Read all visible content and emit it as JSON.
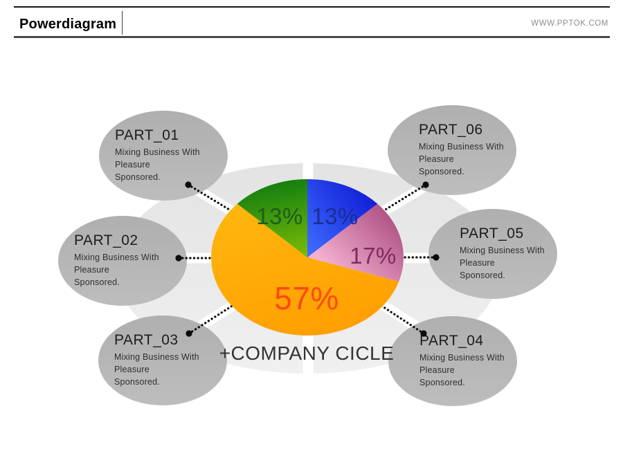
{
  "header": {
    "title": "Powerdiagram",
    "website": "WWW.PPTOK.COM"
  },
  "diagram": {
    "center_caption": "+COMPANY CICLE",
    "parts": [
      {
        "title": "PART_01",
        "desc": "Mixing Business With\nPleasure\nSponsored."
      },
      {
        "title": "PART_02",
        "desc": "Mixing Business With\nPleasure\nSponsored."
      },
      {
        "title": "PART_03",
        "desc": "Mixing Business With\nPleasure\nSponsored."
      },
      {
        "title": "PART_04",
        "desc": "Mixing Business With\nPleasure\nSponsored."
      },
      {
        "title": "PART_05",
        "desc": "Mixing Business With\nPleasure\nSponsored."
      },
      {
        "title": "PART_06",
        "desc": "Mixing Business With\nPleasure\nSponsored."
      }
    ]
  },
  "chart_data": {
    "type": "pie",
    "title": "+COMPANY CICLE",
    "start_at": "top",
    "direction": "clockwise",
    "slices": [
      {
        "name": "blue",
        "value": 13,
        "label": "13%",
        "label_color": "#1b2d91",
        "gradient": [
          "#3f6dff",
          "#0912d0"
        ]
      },
      {
        "name": "pink",
        "value": 17,
        "label": "17%",
        "label_color": "#7d2a5e",
        "gradient": [
          "#f2afd0",
          "#a34276"
        ]
      },
      {
        "name": "orange",
        "value": 57,
        "label": "57%",
        "label_color": "#fe4a11",
        "gradient": [
          "#ffb70f",
          "#ff9e00"
        ]
      },
      {
        "name": "green",
        "value": 13,
        "label": "13%",
        "label_color": "#1d5c1d",
        "gradient": [
          "#0c7a10",
          "#9acf04"
        ]
      }
    ],
    "background_colors": {
      "outer_ellipse_top": "#e3e3e3",
      "outer_ellipse_bottom": "#f0f0f0",
      "part_ellipse": "#b4b4b4"
    }
  }
}
